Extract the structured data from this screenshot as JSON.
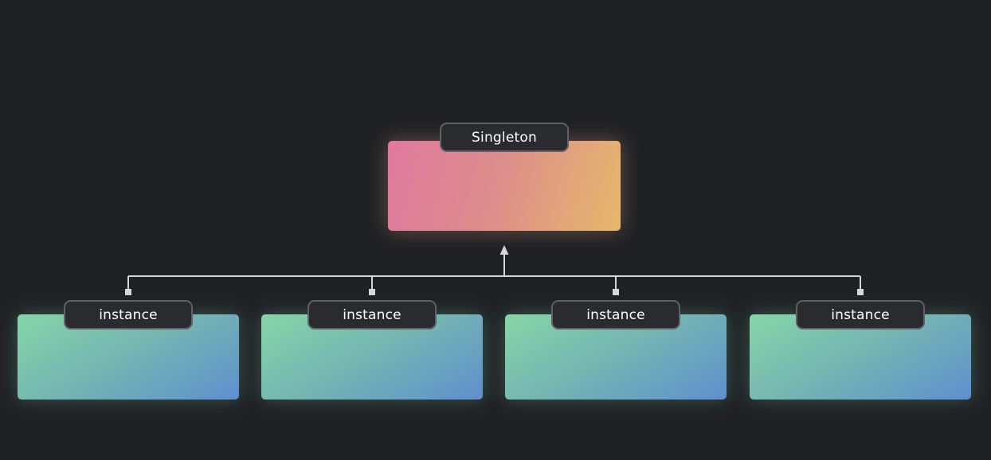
{
  "singleton": {
    "label": "Singleton"
  },
  "instances": [
    {
      "label": "instance"
    },
    {
      "label": "instance"
    },
    {
      "label": "instance"
    },
    {
      "label": "instance"
    }
  ],
  "colors": {
    "background": "#202125",
    "singleton_gradient": [
      "#e0799f",
      "#e6b86b"
    ],
    "instance_gradient": [
      "#86d5a7",
      "#5f8fcf"
    ],
    "label_fill": "#2a2b2f",
    "label_border": "#606166",
    "connector": "#d6d6d6"
  }
}
